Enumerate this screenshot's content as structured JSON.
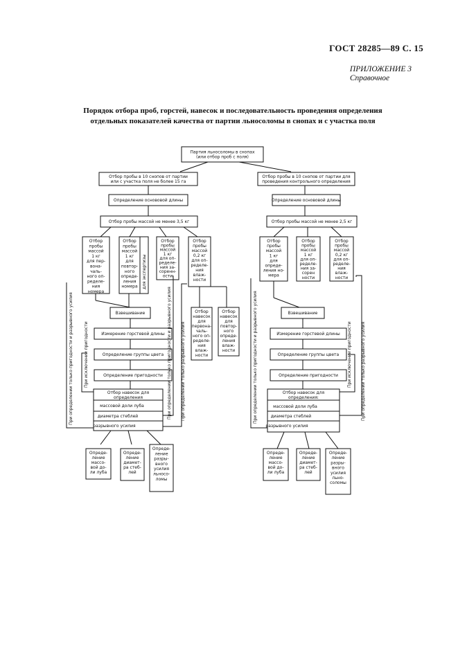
{
  "header": {
    "standard": "ГОСТ 28285—89 С. 15",
    "appendix": "ПРИЛОЖЕНИЕ 3",
    "appendix_note": "Справочное"
  },
  "title": {
    "line1": "Порядок отбора проб, горстей, навесок и последовательность проведения определения",
    "line2": "отдельных показателей качества от партии льносоломы в снопах и с участка поля"
  },
  "diagram": {
    "root": [
      "Партия льносоломы в снопах",
      "(или отбор проб с поля)"
    ],
    "left": {
      "sample10": [
        "Отбор пробы в 10 снопов от партии",
        "или с участка поля не более 15 га"
      ],
      "base_length": "Определение основовой длины",
      "mass_sample": "Отбор пробы массой не менее 3,5 кг",
      "sub1": [
        "Отбор",
        "пробы",
        "массой",
        "1 кг",
        "для пер-",
        "вона-",
        "чаль-",
        "ного оп-",
        "ределе-",
        "ния",
        "номера"
      ],
      "sub2": [
        "Отбор",
        "пробы",
        "массой",
        "1 кг",
        "для",
        "повтор-",
        "ного",
        "опреде-",
        "ления",
        "номера"
      ],
      "sub2_side": "для экспертизы",
      "sub3": [
        "Отбор",
        "пробы",
        "массой",
        "1 кг",
        "для оп-",
        "ределе-",
        "ния за-",
        "соренн-",
        "ости"
      ],
      "sub4": [
        "Отбор",
        "пробы",
        "массой",
        "0,2 кг",
        "для оп-",
        "ределе-",
        "ния",
        "влаж-",
        "ности"
      ],
      "hum1": [
        "Отбор",
        "навесок",
        "для",
        "первона-",
        "чаль-",
        "ного оп-",
        "ределе-",
        "ния",
        "влаж-",
        "ности"
      ],
      "hum2": [
        "Отбор",
        "навесок",
        "для",
        "повтор-",
        "ного",
        "опреде-",
        "ления",
        "влаж-",
        "ности"
      ],
      "weigh": "Взвешивание",
      "hand_length": "Измерение горстевой длины",
      "color_group": "Определение группы цвета",
      "suitability": "Определение пригодности",
      "portions": [
        "Отбор навесок для",
        "определения"
      ],
      "rows": [
        "массовой доли луба",
        "диаметра стеблей",
        "разрывного усилия"
      ],
      "out1": [
        "Опреде-",
        "ление",
        "массо-",
        "вой до-",
        "ли луба"
      ],
      "out2": [
        "Опреде-",
        "ление",
        "диамет-",
        "ра стеб-",
        "лей"
      ],
      "out3": [
        "Опреде-",
        "ление",
        "разры-",
        "вного",
        "усилия",
        "льносо-",
        "ломы"
      ],
      "side_a": "При определении только пригодности и разрывного усилия",
      "side_b": "При исключении пригодности",
      "side_c": "При определении только пригодности и разрывного усилия",
      "side_d": "При определении только разрывного усилия"
    },
    "right": {
      "sample10": [
        "Отбор пробы в 10 снопов от партии для",
        "проведения контрольного определения"
      ],
      "base_length": "Определение основовой длины",
      "mass_sample": "Отбор пробы массой не менее 2,5 кг",
      "sub1": [
        "Отбор",
        "пробы",
        "массой",
        "1 кг",
        "для",
        "опреде-",
        "ления но-",
        "мера"
      ],
      "sub2": [
        "Отбор",
        "пробы",
        "массой",
        "1 кг",
        "для оп-",
        "ределе-",
        "ния за-",
        "сорен",
        "ности"
      ],
      "sub3": [
        "Отбор",
        "пробы",
        "массой",
        "0,2 кг",
        "для оп-",
        "ределе-",
        "ния",
        "влаж-",
        "ности"
      ],
      "weigh": "Взвешивание",
      "hand_length": "Измерение горстевой длины",
      "color_group": "Определение группы цвета",
      "suitability": "Определение пригодности",
      "portions": [
        "Отбор навесок для",
        "определения:"
      ],
      "rows": [
        "массовой доли луба",
        "диаметра стеблей",
        "разрывного усилия"
      ],
      "out1": [
        "Опреде-",
        "ление",
        "массо-",
        "вой до-",
        "ли луба"
      ],
      "out2": [
        "Опреде-",
        "ление",
        "диамет-",
        "ра стеб-",
        "лей"
      ],
      "out3": [
        "Опреде-",
        "ление",
        "разры-",
        "вного",
        "усилия",
        "льно-",
        "соломы"
      ],
      "side_a": "При определении только пригодности и разрывного усилия",
      "side_b": "При исключении пригодности",
      "side_c": "При определении только разрывного усилия"
    }
  }
}
